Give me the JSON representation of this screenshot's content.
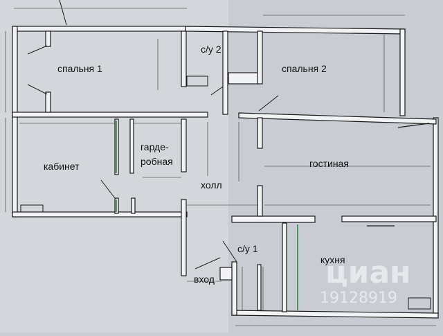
{
  "plan": {
    "rooms": {
      "bedroom1": "спальня 1",
      "bathroom2": "с/у 2",
      "bedroom2": "спальня 2",
      "study": "кабинет",
      "wardrobe_line1": "гарде-",
      "wardrobe_line2": "робная",
      "living": "гостиная",
      "hall": "холл",
      "bathroom1": "с/у 1",
      "kitchen": "кухня",
      "entrance": "вход"
    },
    "watermark": {
      "brand": "циан",
      "code": "19128919"
    },
    "colors": {
      "paper": "#c9cdd3",
      "wall_fill": "#f2f3f5",
      "wall_stroke": "#1a1a1a",
      "dimension": "#2b2b2b",
      "accent_door": "#2d7a3a"
    }
  }
}
